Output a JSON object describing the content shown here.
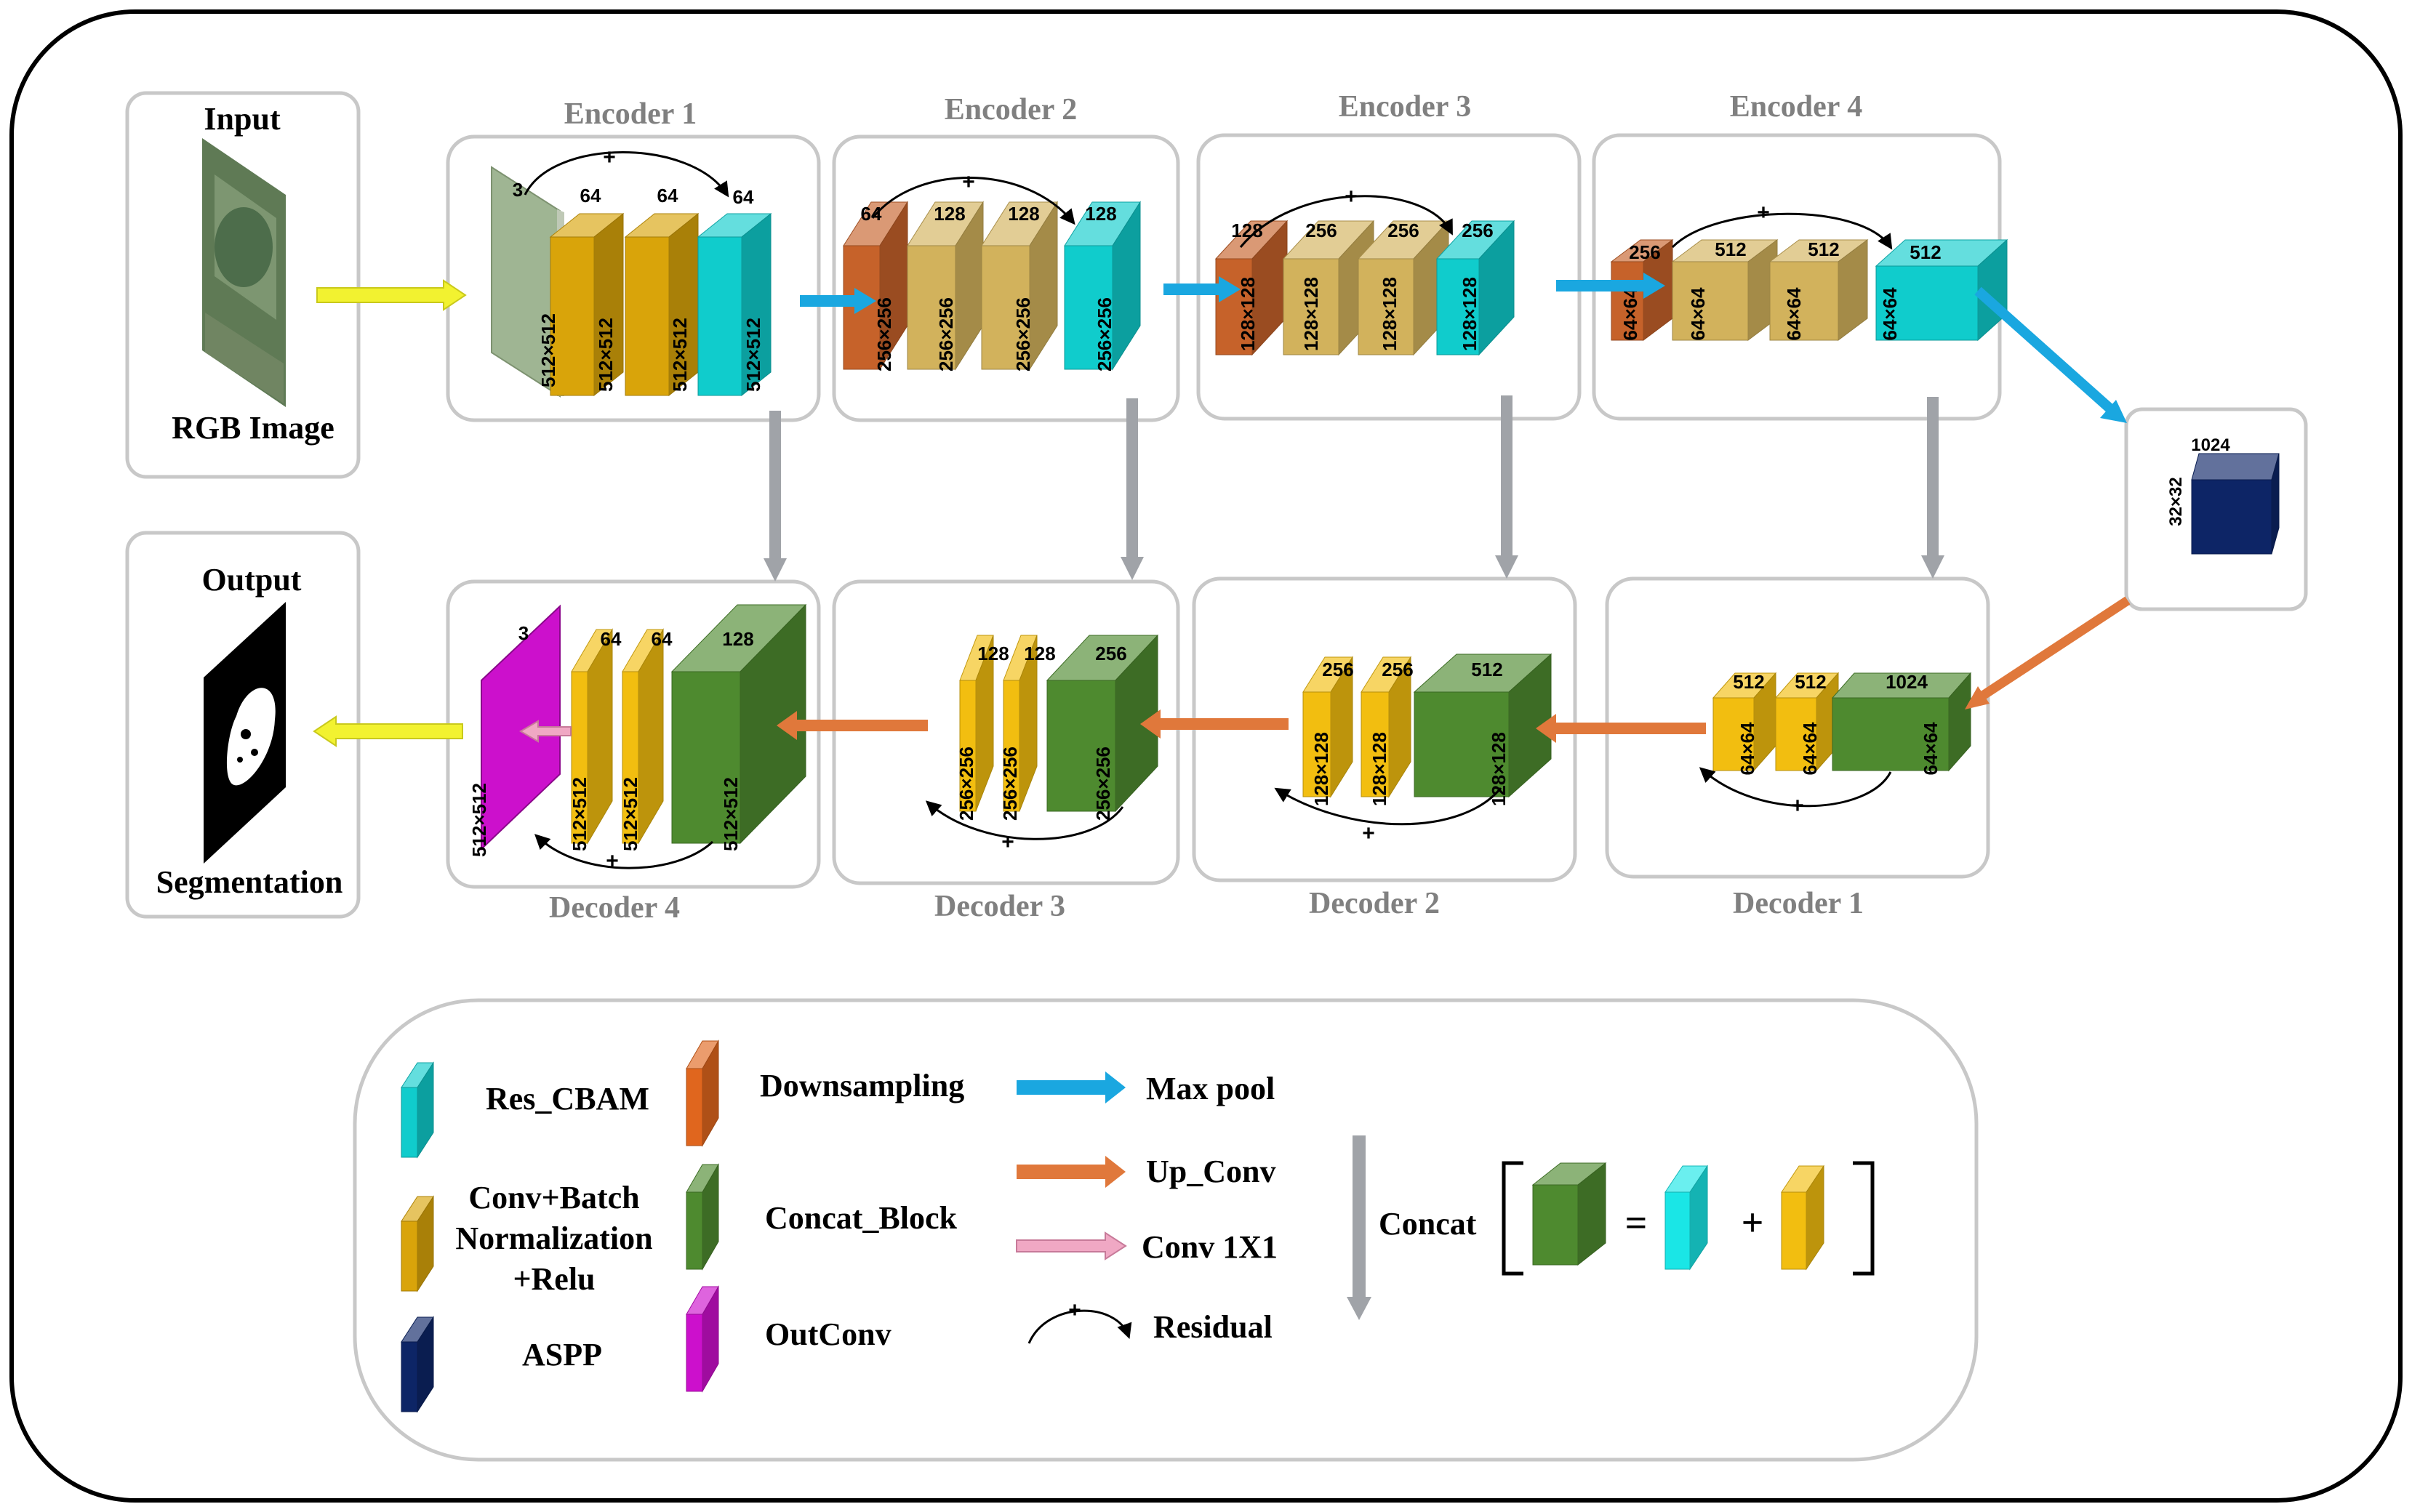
{
  "colors": {
    "res_cbam": "#10CCCC",
    "conv": "#D9A40A",
    "conv_light": "#D2B25C",
    "downsample": "#C6622A",
    "aspp": "#0D2566",
    "concat": "#4E8A2F",
    "outconv": "#CC10CC",
    "input_plane": "#9FB593",
    "max_pool": "#1AA7E0",
    "up_conv": "#E0783B",
    "conv1x1": "#F0A8C4",
    "io_arrow": "#F2F230",
    "concat_arrow": "#A0A3A8"
  },
  "input": {
    "title": "Input",
    "caption": "RGB Image"
  },
  "output": {
    "title": "Output",
    "caption": "Segmentation"
  },
  "bottleneck": {
    "channels": "1024",
    "size": "32×32"
  },
  "encoders": [
    {
      "title": "Encoder 1",
      "channels": [
        "3",
        "64",
        "64",
        "64"
      ],
      "sizes": [
        "512×512",
        "512×512",
        "512×512",
        "512×512"
      ]
    },
    {
      "title": "Encoder 2",
      "channels": [
        "64",
        "128",
        "128",
        "128"
      ],
      "sizes": [
        "256×256",
        "256×256",
        "256×256",
        "256×256"
      ]
    },
    {
      "title": "Encoder 3",
      "channels": [
        "128",
        "256",
        "256",
        "256"
      ],
      "sizes": [
        "128×128",
        "128×128",
        "128×128",
        "128×128"
      ]
    },
    {
      "title": "Encoder 4",
      "channels": [
        "256",
        "512",
        "512",
        "512"
      ],
      "sizes": [
        "64×64",
        "64×64",
        "64×64",
        "64×64"
      ]
    }
  ],
  "decoders": [
    {
      "title": "Decoder 4",
      "channels": [
        "3",
        "64",
        "64",
        "128"
      ],
      "sizes": [
        "512×512",
        "512×512",
        "512×512",
        "512×512"
      ]
    },
    {
      "title": "Decoder 3",
      "channels": [
        "128",
        "128",
        "256"
      ],
      "sizes": [
        "256×256",
        "256×256",
        "256×256"
      ]
    },
    {
      "title": "Decoder 2",
      "channels": [
        "256",
        "256",
        "512"
      ],
      "sizes": [
        "128×128",
        "128×128",
        "128×128"
      ]
    },
    {
      "title": "Decoder 1",
      "channels": [
        "512",
        "512",
        "1024"
      ],
      "sizes": [
        "64×64",
        "64×64",
        "64×64"
      ]
    }
  ],
  "residual_sign": "+",
  "legend": {
    "res_cbam": "Res_CBAM",
    "conv_lines": [
      "Conv+Batch",
      "Normalization",
      "+Relu"
    ],
    "aspp": "ASPP",
    "downsampling": "Downsampling",
    "concat_block": "Concat_Block",
    "outconv": "OutConv",
    "max_pool": "Max pool",
    "up_conv": "Up_Conv",
    "conv1x1": "Conv 1X1",
    "residual": "Residual",
    "concat": "Concat",
    "equals": "=",
    "plus": "+"
  }
}
